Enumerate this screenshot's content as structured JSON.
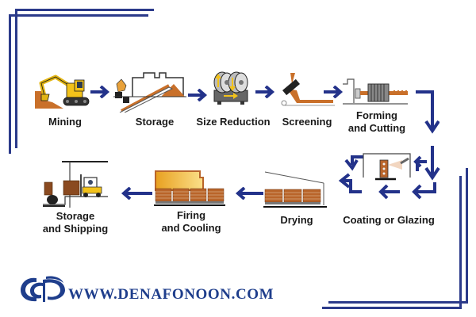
{
  "diagram": {
    "title": "Brick Manufacturing Process",
    "accent_color": "#23328a",
    "earth_color": "#c9702a",
    "machine_color": "#f2c21a",
    "stages": [
      {
        "id": "mining",
        "label": "Mining"
      },
      {
        "id": "storage",
        "label": "Storage"
      },
      {
        "id": "size-reduction",
        "label": "Size Reduction"
      },
      {
        "id": "screening",
        "label": "Screening"
      },
      {
        "id": "forming-cutting",
        "label_line1": "Forming",
        "label_line2": "and Cutting"
      },
      {
        "id": "coating-glazing",
        "label": "Coating or Glazing"
      },
      {
        "id": "drying",
        "label": "Drying"
      },
      {
        "id": "firing-cooling",
        "label_line1": "Firing",
        "label_line2": "and Cooling"
      },
      {
        "id": "storage-shipping",
        "label_line1": "Storage",
        "label_line2": "and Shipping"
      }
    ],
    "connectors": [
      {
        "from": "mining",
        "to": "storage",
        "direction": "right"
      },
      {
        "from": "storage",
        "to": "size-reduction",
        "direction": "right"
      },
      {
        "from": "size-reduction",
        "to": "screening",
        "direction": "right"
      },
      {
        "from": "screening",
        "to": "forming-cutting",
        "direction": "right"
      },
      {
        "from": "forming-cutting",
        "to": "coating-glazing",
        "direction": "down"
      },
      {
        "from": "coating-glazing",
        "to": "drying",
        "direction": "left"
      },
      {
        "from": "drying",
        "to": "firing-cooling",
        "direction": "left"
      },
      {
        "from": "firing-cooling",
        "to": "storage-shipping",
        "direction": "left"
      }
    ]
  },
  "branding": {
    "logo": "denafonoon-logo-icon",
    "url": "WWW.DENAFONOON.COM"
  }
}
